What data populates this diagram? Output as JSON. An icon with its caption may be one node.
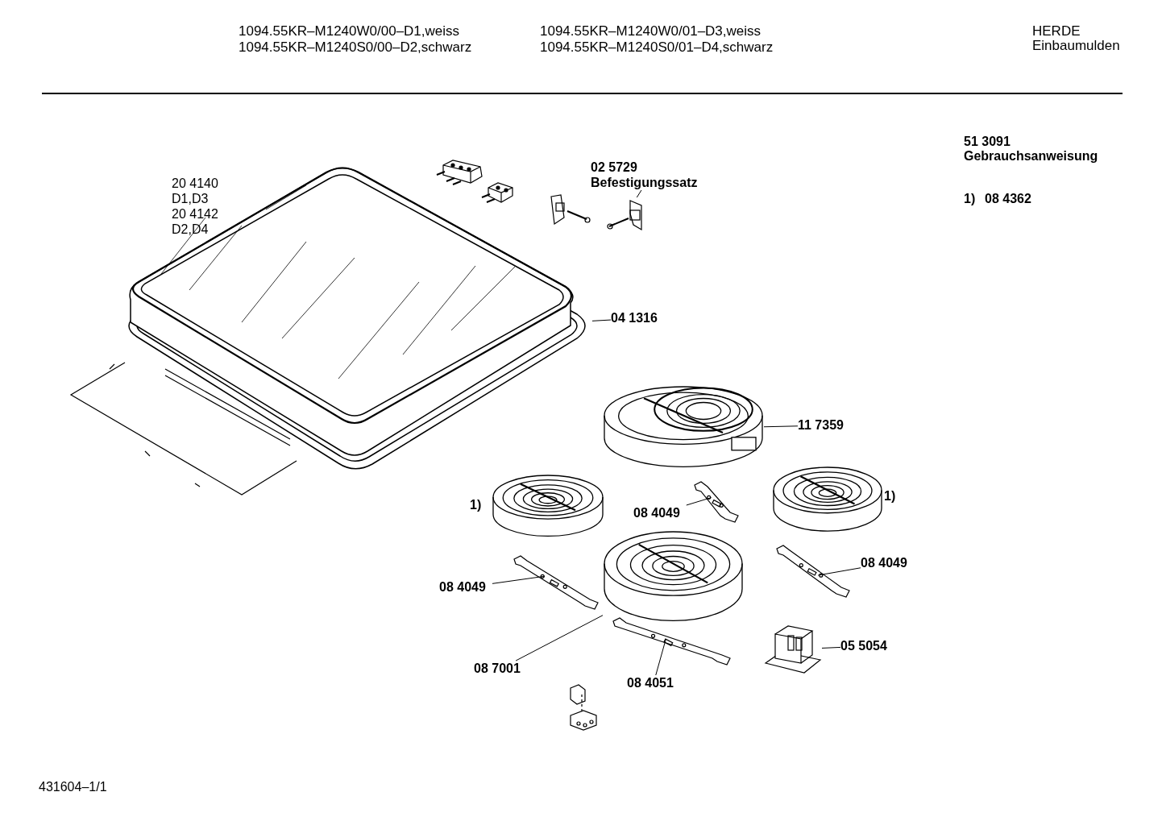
{
  "diagram": {
    "nodes": [
      {
        "text": [
          "04 1316"
        ]
      },
      {
        "text": [],
        "shape": "picture"
      },
      {
        "text": [
          "02 5729",
          "Befestigungssatz"
        ]
      },
      {
        "text": [],
        "shape": "picture"
      },
      {
        "text": [
          "11 7359"
        ]
      },
      {
        "text": [],
        "shape": "picture"
      },
      {
        "text": [
          "08 4049"
        ]
      },
      {
        "text": [],
        "shape": "picture"
      },
      {
        "text": [
          "08 4049"
        ]
      },
      {
        "text": [],
        "shape": "picture"
      },
      {
        "text": [
          "08 4049"
        ]
      },
      {
        "text": [],
        "shape": "picture"
      },
      {
        "text": [
          "08 7001"
        ]
      },
      {
        "text": [],
        "shape": "picture"
      },
      {
        "text": [
          "05 5054"
        ]
      },
      {
        "text": [],
        "shape": "picture"
      },
      {
        "text": [
          "08 4051"
        ]
      },
      {
        "text": [],
        "shape": "picture"
      }
    ],
    "edges": [
      {
        "from": 0,
        "to": 1,
        "arrow": "none"
      },
      {
        "from": 2,
        "to": 3,
        "arrow": "none"
      },
      {
        "from": 4,
        "to": 5,
        "arrow": "none"
      },
      {
        "from": 6,
        "to": 7,
        "arrow": "none"
      },
      {
        "from": 8,
        "to": 9,
        "arrow": "none"
      },
      {
        "from": 10,
        "to": 11,
        "arrow": "none"
      },
      {
        "from": 12,
        "to": 13,
        "arrow": "none"
      },
      {
        "from": 14,
        "to": 15,
        "arrow": "none"
      },
      {
        "from": 16,
        "to": 17,
        "arrow": "none"
      }
    ],
    "labels": [
      "1094.55KR–M1240W0/00–D1,weiss",
      "1094.55KR–M1240W0/01–D3,weiss",
      "1094.55KR–M1240S0/00–D2,schwarz",
      "1094.55KR–M1240S0/01–D4,schwarz",
      "HERDE",
      "Einbaumulden",
      "51 3091",
      "Gebrauchsanweisung",
      "1)",
      "08 4362",
      "20 4140",
      "D1,D3",
      "20 4142",
      "D2,D4",
      "1)",
      "1)",
      "431604–1/1"
    ]
  }
}
